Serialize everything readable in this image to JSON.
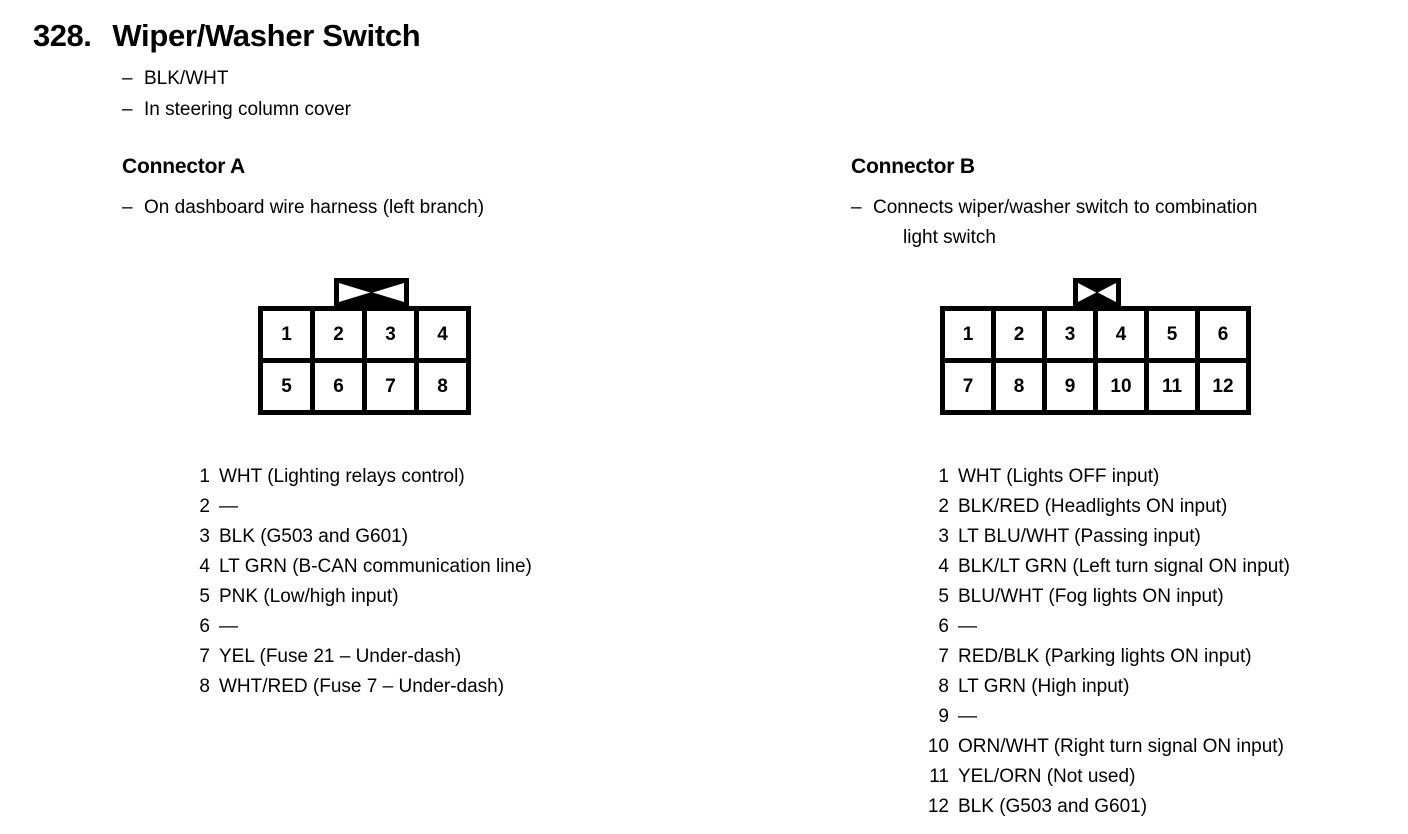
{
  "page": {
    "item_number": "328.",
    "title": "Wiper/Washer Switch",
    "notes": [
      "BLK/WHT",
      "In steering column cover"
    ],
    "dash": "–"
  },
  "connector_a": {
    "heading": "Connector A",
    "description": "On dashboard wire harness (left branch)",
    "description_line2": "",
    "diagram": {
      "rows": [
        [
          "1",
          "2",
          "3",
          "4"
        ],
        [
          "5",
          "6",
          "7",
          "8"
        ]
      ]
    },
    "pins": [
      {
        "no": "1",
        "desc": "WHT (Lighting relays control)"
      },
      {
        "no": "2",
        "desc": "—"
      },
      {
        "no": "3",
        "desc": "BLK (G503 and G601)"
      },
      {
        "no": "4",
        "desc": "LT GRN (B-CAN communication line)"
      },
      {
        "no": "5",
        "desc": "PNK (Low/high input)"
      },
      {
        "no": "6",
        "desc": "—"
      },
      {
        "no": "7",
        "desc": "YEL (Fuse 21 – Under-dash)"
      },
      {
        "no": "8",
        "desc": "WHT/RED (Fuse 7 – Under-dash)"
      }
    ]
  },
  "connector_b": {
    "heading": "Connector B",
    "description": "Connects wiper/washer switch to combination",
    "description_line2": "light switch",
    "diagram": {
      "rows": [
        [
          "1",
          "2",
          "3",
          "4",
          "5",
          "6"
        ],
        [
          "7",
          "8",
          "9",
          "10",
          "11",
          "12"
        ]
      ]
    },
    "pins": [
      {
        "no": "1",
        "desc": "WHT (Lights OFF input)"
      },
      {
        "no": "2",
        "desc": "BLK/RED (Headlights ON input)"
      },
      {
        "no": "3",
        "desc": "LT BLU/WHT (Passing input)"
      },
      {
        "no": "4",
        "desc": "BLK/LT GRN (Left turn signal ON input)"
      },
      {
        "no": "5",
        "desc": "BLU/WHT (Fog lights ON input)"
      },
      {
        "no": "6",
        "desc": "—"
      },
      {
        "no": "7",
        "desc": "RED/BLK (Parking lights ON input)"
      },
      {
        "no": "8",
        "desc": "LT GRN (High input)"
      },
      {
        "no": "9",
        "desc": "—"
      },
      {
        "no": "10",
        "desc": "ORN/WHT (Right turn signal ON input)"
      },
      {
        "no": "11",
        "desc": "YEL/ORN (Not used)"
      },
      {
        "no": "12",
        "desc": "BLK (G503 and G601)"
      }
    ]
  },
  "colors": {
    "ink": "#000000",
    "paper": "#ffffff"
  }
}
